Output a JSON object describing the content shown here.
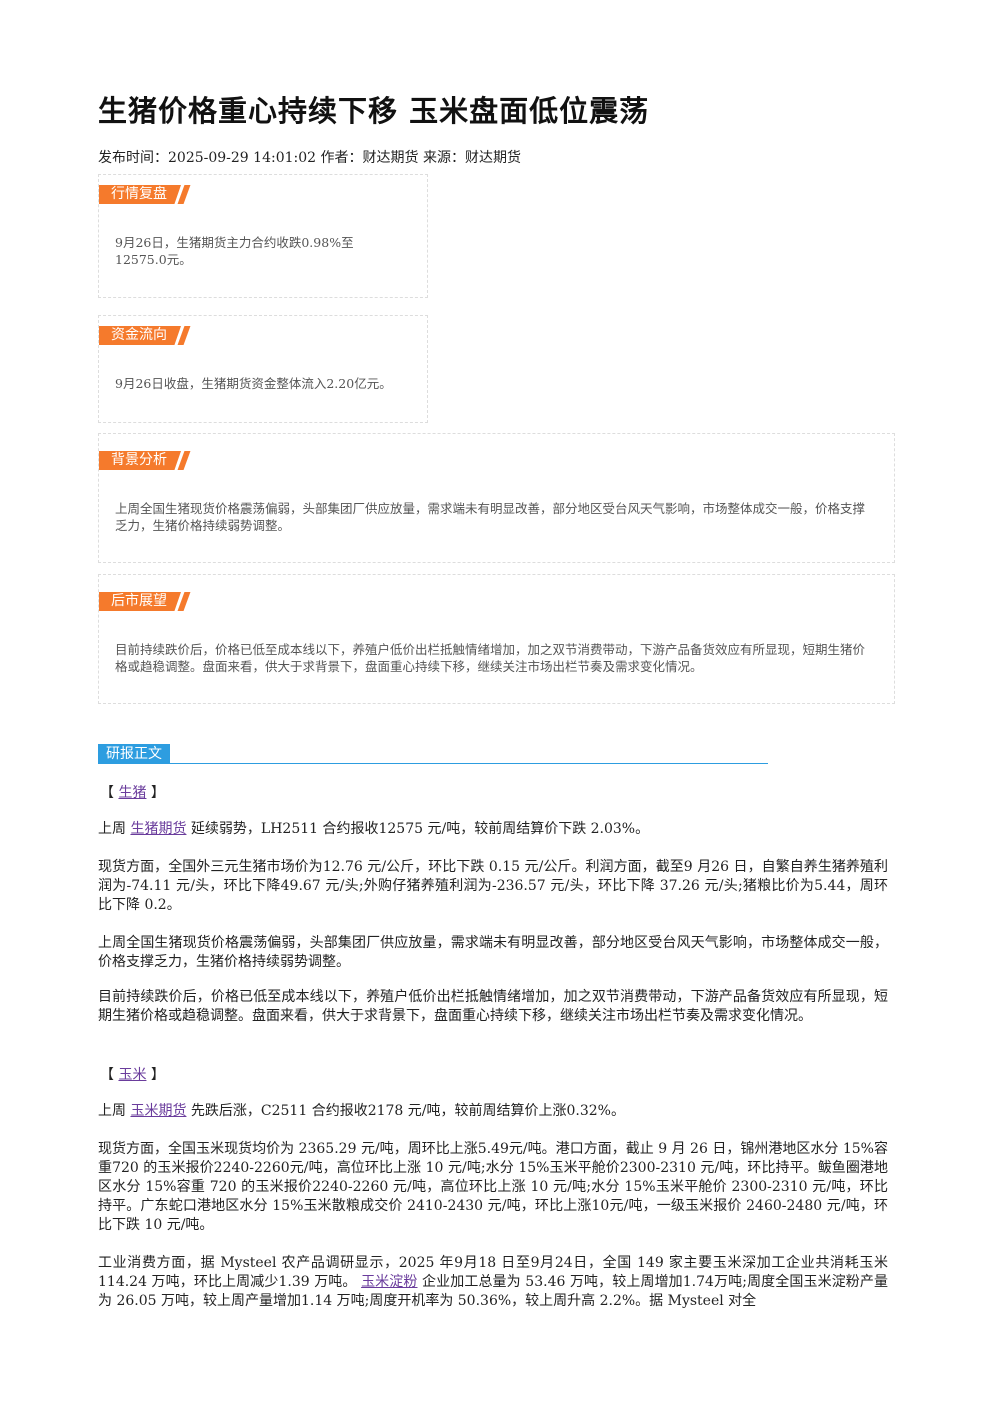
{
  "title": "生猪价格重心持续下移 玉米盘面低位震荡",
  "meta": {
    "publish_label": "发布时间：",
    "publish_time": "2025-09-29 14:01:02",
    "author_label": " 作者：",
    "author": "财达期货",
    "source_label": " 来源：",
    "source": "财达期货"
  },
  "sections": {
    "market": {
      "tag": "行情复盘",
      "text": "9月26日，生猪期货主力合约收跌0.98%至12575.0元。"
    },
    "funds": {
      "tag": "资金流向",
      "text": "9月26日收盘，生猪期货资金整体流入2.20亿元。"
    },
    "background": {
      "tag": "背景分析",
      "text": "上周全国生猪现货价格震荡偏弱，头部集团厂供应放量，需求端未有明显改善，部分地区受台风天气影响，市场整体成交一般，价格支撑乏力，生猪价格持续弱势调整。"
    },
    "outlook": {
      "tag": "后市展望",
      "text": "目前持续跌价后，价格已低至成本线以下，养殖户低价出栏抵触情绪增加，加之双节消费带动，下游产品备货效应有所显现，短期生猪价格或趋稳调整。盘面来看，供大于求背景下，盘面重心持续下移，继续关注市场出栏节奏及需求变化情况。"
    }
  },
  "report": {
    "tag": "研报正文",
    "hog": {
      "open": "【 ",
      "title": "生猪",
      "close": " 】",
      "p1_pre": "上周 ",
      "p1_link": "生猪期货",
      "p1_post": " 延续弱势，LH2511 合约报收12575 元/吨，较前周结算价下跌 2.03%。",
      "p2": "现货方面，全国外三元生猪市场价为12.76 元/公斤，环比下跌 0.15 元/公斤。利润方面，截至9 月26 日，自繁自养生猪养殖利润为-74.11 元/头，环比下降49.67 元/头;外购仔猪养殖利润为-236.57 元/头，环比下降 37.26 元/头;猪粮比价为5.44，周环比下降 0.2。",
      "p3": "上周全国生猪现货价格震荡偏弱，头部集团厂供应放量，需求端未有明显改善，部分地区受台风天气影响，市场整体成交一般，价格支撑乏力，生猪价格持续弱势调整。",
      "p4": "目前持续跌价后，价格已低至成本线以下，养殖户低价出栏抵触情绪增加，加之双节消费带动，下游产品备货效应有所显现，短期生猪价格或趋稳调整。盘面来看，供大于求背景下，盘面重心持续下移，继续关注市场出栏节奏及需求变化情况。"
    },
    "corn": {
      "open": "【 ",
      "title": "玉米",
      "close": " 】",
      "p1_pre": "上周 ",
      "p1_link": "玉米期货",
      "p1_post": " 先跌后涨，C2511 合约报收2178 元/吨，较前周结算价上涨0.32%。",
      "p2": "现货方面，全国玉米现货均价为 2365.29 元/吨，周环比上涨5.49元/吨。港口方面，截止 9 月 26 日，锦州港地区水分 15%容重720 的玉米报价2240-2260元/吨，高位环比上涨 10 元/吨;水分 15%玉米平舱价2300-2310 元/吨，环比持平。鲅鱼圈港地区水分 15%容重 720 的玉米报价2240-2260 元/吨，高位环比上涨 10 元/吨;水分 15%玉米平舱价 2300-2310 元/吨，环比持平。广东蛇口港地区水分 15%玉米散粮成交价 2410-2430 元/吨，环比上涨10元/吨，一级玉米报价 2460-2480 元/吨，环比下跌 10 元/吨。",
      "p3_pre": "工业消费方面，据 Mysteel 农产品调研显示，2025 年9月18 日至9月24日，全国 149 家主要玉米深加工企业共消耗玉米114.24 万吨，环比上周减少1.39 万吨。 ",
      "p3_link": "玉米淀粉",
      "p3_post": " 企业加工总量为 53.46 万吨，较上周增加1.74万吨;周度全国玉米淀粉产量为 26.05 万吨，较上周产量增加1.14 万吨;周度开机率为 50.36%，较上周升高 2.2%。据 Mysteel 对全"
    }
  }
}
